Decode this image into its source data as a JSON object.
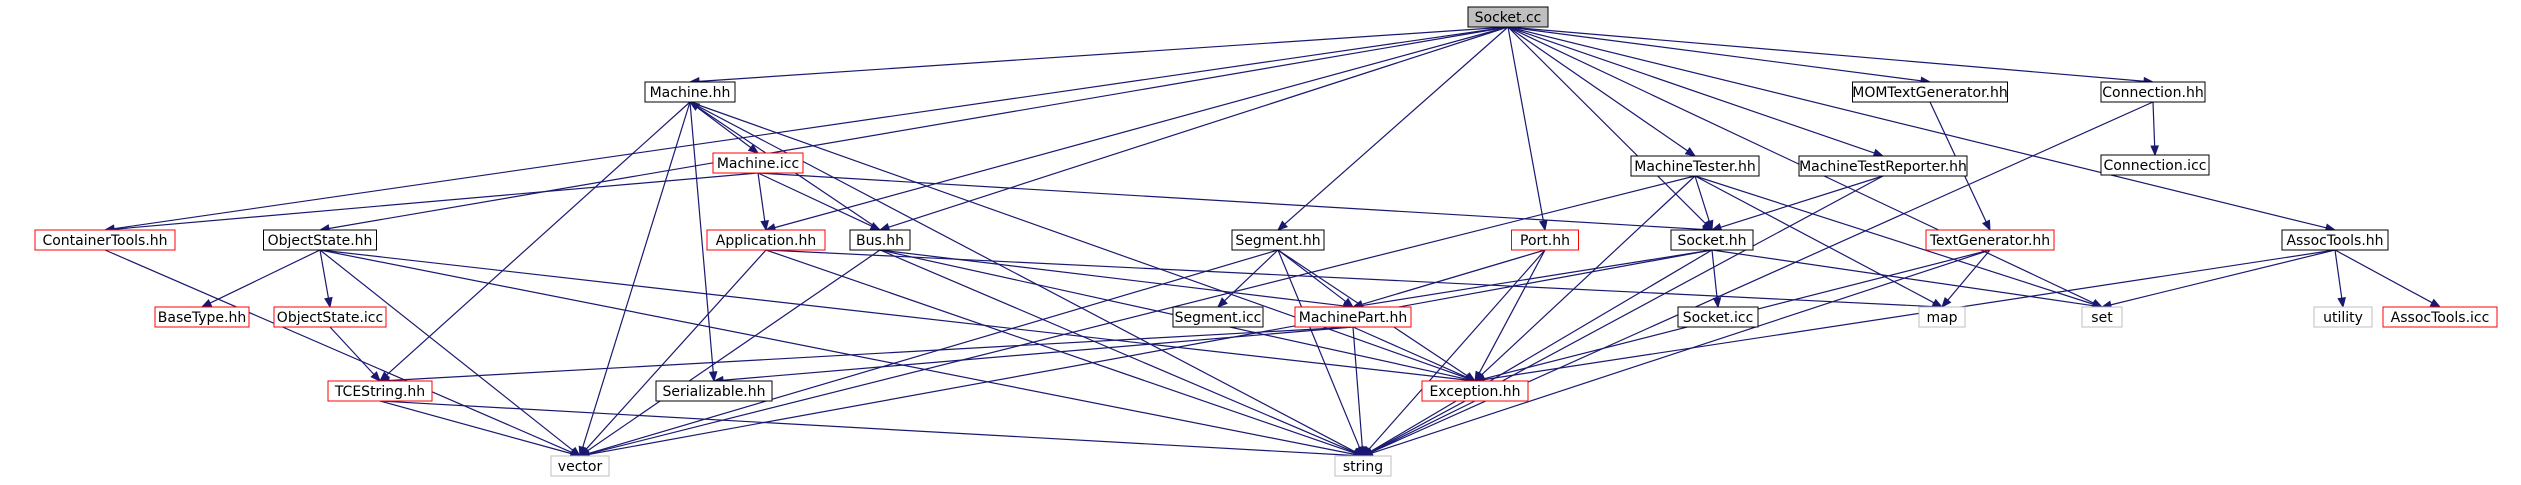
{
  "title": "Socket.cc",
  "colors": {
    "edge": "#191970",
    "red_border": "#ff0000",
    "gray_border": "#bfbfbf",
    "black_border": "#000000",
    "highlight_fill": "#bfbfbf",
    "background": "#ffffff"
  },
  "nodes": [
    {
      "id": "socket_cc",
      "label": "Socket.cc",
      "style": "highlight"
    },
    {
      "id": "machine_hh",
      "label": "Machine.hh",
      "style": "black"
    },
    {
      "id": "momtextgen_hh",
      "label": "MOMTextGenerator.hh",
      "style": "black"
    },
    {
      "id": "connection_hh",
      "label": "Connection.hh",
      "style": "black"
    },
    {
      "id": "machine_icc",
      "label": "Machine.icc",
      "style": "red"
    },
    {
      "id": "machinetester_hh",
      "label": "MachineTester.hh",
      "style": "black"
    },
    {
      "id": "machinetestreporter_hh",
      "label": "MachineTestReporter.hh",
      "style": "black"
    },
    {
      "id": "connection_icc",
      "label": "Connection.icc",
      "style": "black"
    },
    {
      "id": "containertools_hh",
      "label": "ContainerTools.hh",
      "style": "red"
    },
    {
      "id": "objectstate_hh",
      "label": "ObjectState.hh",
      "style": "black"
    },
    {
      "id": "application_hh",
      "label": "Application.hh",
      "style": "red"
    },
    {
      "id": "bus_hh",
      "label": "Bus.hh",
      "style": "black"
    },
    {
      "id": "segment_hh",
      "label": "Segment.hh",
      "style": "black"
    },
    {
      "id": "port_hh",
      "label": "Port.hh",
      "style": "red"
    },
    {
      "id": "socket_hh",
      "label": "Socket.hh",
      "style": "black"
    },
    {
      "id": "textgenerator_hh",
      "label": "TextGenerator.hh",
      "style": "red"
    },
    {
      "id": "assoctools_hh",
      "label": "AssocTools.hh",
      "style": "black"
    },
    {
      "id": "basetype_hh",
      "label": "BaseType.hh",
      "style": "red"
    },
    {
      "id": "objectstate_icc",
      "label": "ObjectState.icc",
      "style": "red"
    },
    {
      "id": "segment_icc",
      "label": "Segment.icc",
      "style": "black"
    },
    {
      "id": "machinepart_hh",
      "label": "MachinePart.hh",
      "style": "red"
    },
    {
      "id": "socket_icc",
      "label": "Socket.icc",
      "style": "black"
    },
    {
      "id": "map",
      "label": "map",
      "style": "gray"
    },
    {
      "id": "set",
      "label": "set",
      "style": "gray"
    },
    {
      "id": "utility",
      "label": "utility",
      "style": "gray"
    },
    {
      "id": "assoctools_icc",
      "label": "AssocTools.icc",
      "style": "red"
    },
    {
      "id": "tcestring_hh",
      "label": "TCEString.hh",
      "style": "red"
    },
    {
      "id": "serializable_hh",
      "label": "Serializable.hh",
      "style": "black"
    },
    {
      "id": "exception_hh",
      "label": "Exception.hh",
      "style": "red"
    },
    {
      "id": "vector",
      "label": "vector",
      "style": "gray"
    },
    {
      "id": "string",
      "label": "string",
      "style": "gray"
    }
  ],
  "edges": [
    [
      "socket_cc",
      "machine_hh"
    ],
    [
      "socket_cc",
      "containertools_hh"
    ],
    [
      "socket_cc",
      "objectstate_hh"
    ],
    [
      "socket_cc",
      "application_hh"
    ],
    [
      "socket_cc",
      "bus_hh"
    ],
    [
      "socket_cc",
      "segment_hh"
    ],
    [
      "socket_cc",
      "port_hh"
    ],
    [
      "socket_cc",
      "socket_hh"
    ],
    [
      "socket_cc",
      "machinetester_hh"
    ],
    [
      "socket_cc",
      "machinetestreporter_hh"
    ],
    [
      "socket_cc",
      "momtextgen_hh"
    ],
    [
      "socket_cc",
      "set"
    ],
    [
      "socket_cc",
      "connection_hh"
    ],
    [
      "socket_cc",
      "assoctools_hh"
    ],
    [
      "machine_hh",
      "machine_icc"
    ],
    [
      "machine_hh",
      "vector"
    ],
    [
      "machine_hh",
      "string"
    ],
    [
      "machine_hh",
      "tcestring_hh"
    ],
    [
      "machine_hh",
      "serializable_hh"
    ],
    [
      "machine_hh",
      "exception_hh"
    ],
    [
      "machine_icc",
      "containertools_hh"
    ],
    [
      "machine_icc",
      "application_hh"
    ],
    [
      "machine_icc",
      "bus_hh"
    ],
    [
      "machine_icc",
      "socket_hh"
    ],
    [
      "bus_hh",
      "machine_hh"
    ],
    [
      "bus_hh",
      "machinepart_hh"
    ],
    [
      "bus_hh",
      "exception_hh"
    ],
    [
      "bus_hh",
      "vector"
    ],
    [
      "bus_hh",
      "string"
    ],
    [
      "containertools_hh",
      "vector"
    ],
    [
      "objectstate_hh",
      "basetype_hh"
    ],
    [
      "objectstate_hh",
      "objectstate_icc"
    ],
    [
      "objectstate_hh",
      "exception_hh"
    ],
    [
      "objectstate_hh",
      "vector"
    ],
    [
      "objectstate_hh",
      "string"
    ],
    [
      "objectstate_icc",
      "tcestring_hh"
    ],
    [
      "application_hh",
      "map"
    ],
    [
      "application_hh",
      "vector"
    ],
    [
      "application_hh",
      "string"
    ],
    [
      "segment_hh",
      "segment_icc"
    ],
    [
      "segment_hh",
      "machinepart_hh"
    ],
    [
      "segment_hh",
      "exception_hh"
    ],
    [
      "segment_hh",
      "vector"
    ],
    [
      "segment_hh",
      "string"
    ],
    [
      "port_hh",
      "machinepart_hh"
    ],
    [
      "port_hh",
      "exception_hh"
    ],
    [
      "port_hh",
      "string"
    ],
    [
      "socket_hh",
      "socket_icc"
    ],
    [
      "socket_hh",
      "machinepart_hh"
    ],
    [
      "socket_hh",
      "set"
    ],
    [
      "socket_hh",
      "vector"
    ],
    [
      "socket_hh",
      "string"
    ],
    [
      "machinetester_hh",
      "socket_hh"
    ],
    [
      "machinetester_hh",
      "map"
    ],
    [
      "machinetester_hh",
      "set"
    ],
    [
      "machinetester_hh",
      "exception_hh"
    ],
    [
      "machinetester_hh",
      "vector"
    ],
    [
      "machinetestreporter_hh",
      "socket_hh"
    ],
    [
      "machinetestreporter_hh",
      "string"
    ],
    [
      "momtextgen_hh",
      "textgenerator_hh"
    ],
    [
      "textgenerator_hh",
      "map"
    ],
    [
      "textgenerator_hh",
      "exception_hh"
    ],
    [
      "textgenerator_hh",
      "string"
    ],
    [
      "connection_hh",
      "connection_icc"
    ],
    [
      "connection_hh",
      "string"
    ],
    [
      "assoctools_hh",
      "set"
    ],
    [
      "assoctools_hh",
      "utility"
    ],
    [
      "assoctools_hh",
      "assoctools_icc"
    ],
    [
      "assoctools_hh",
      "exception_hh"
    ],
    [
      "machinepart_hh",
      "serializable_hh"
    ],
    [
      "machinepart_hh",
      "tcestring_hh"
    ],
    [
      "machinepart_hh",
      "exception_hh"
    ],
    [
      "machinepart_hh",
      "string"
    ],
    [
      "tcestring_hh",
      "vector"
    ],
    [
      "tcestring_hh",
      "string"
    ],
    [
      "exception_hh",
      "string"
    ]
  ]
}
